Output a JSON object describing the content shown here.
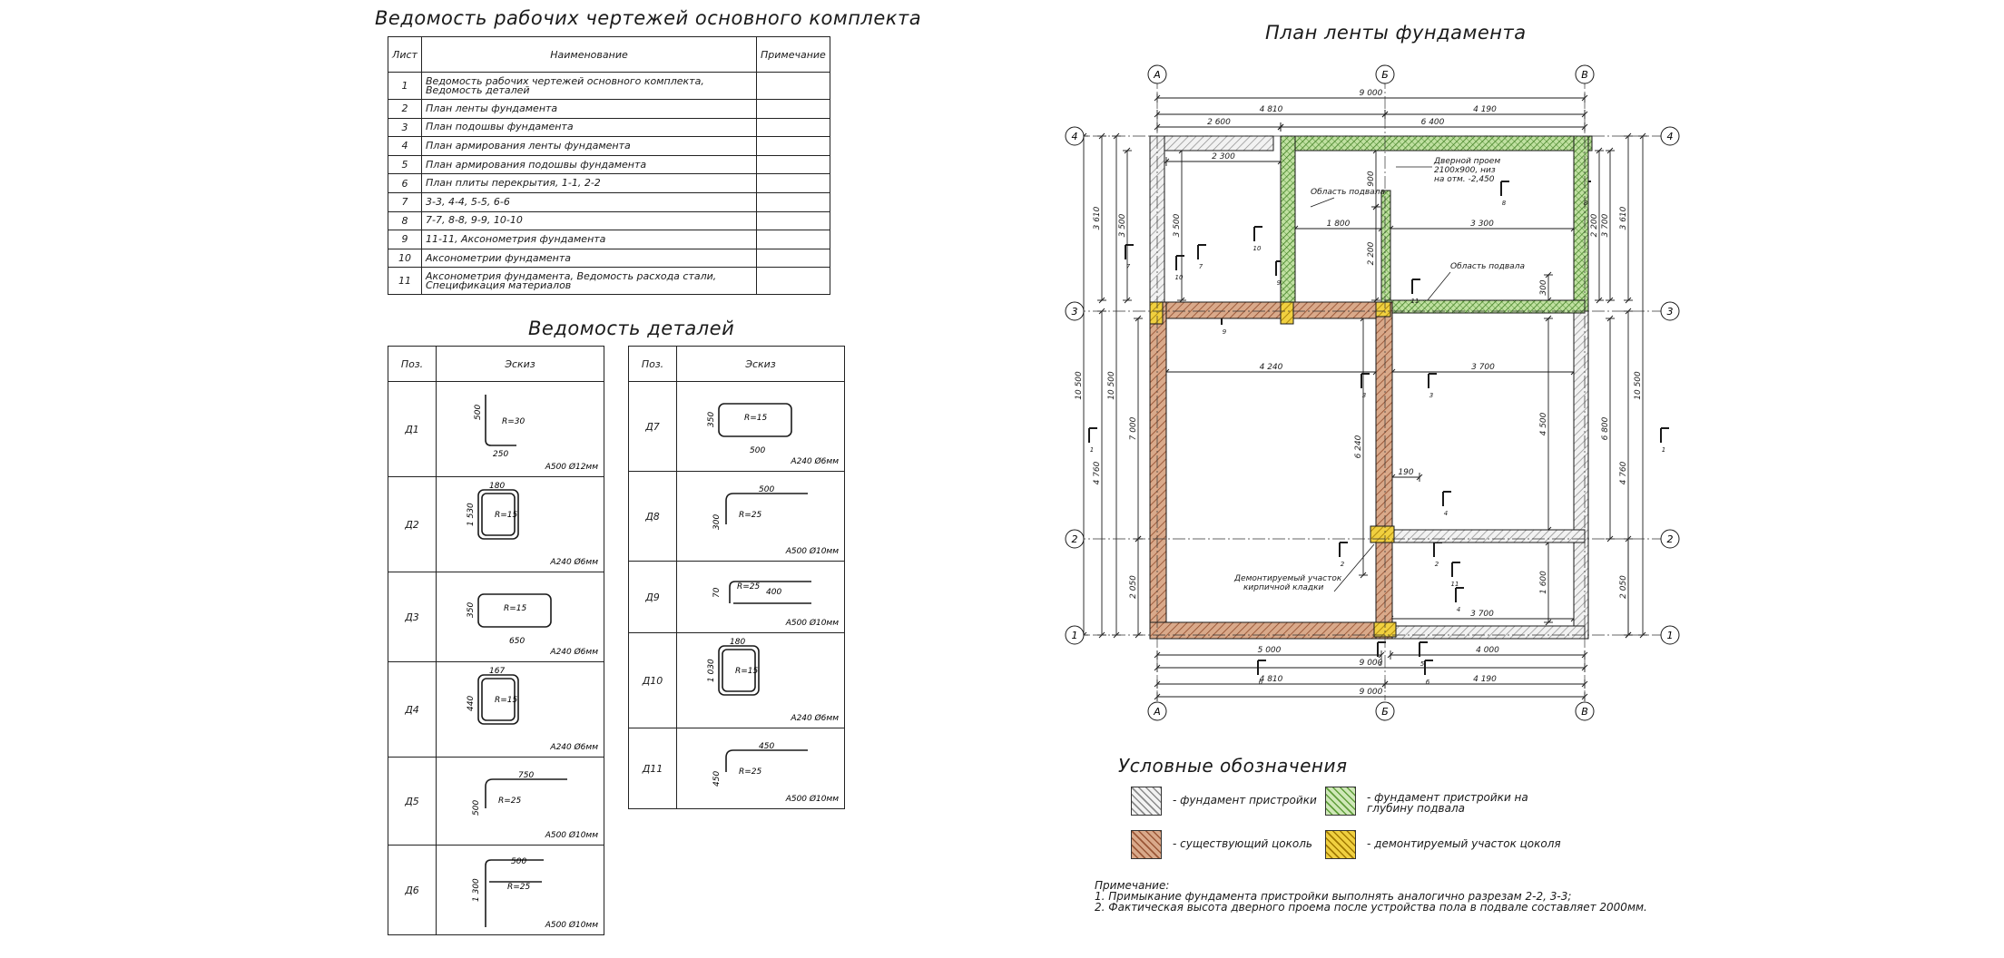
{
  "sheet_table": {
    "title": "Ведомость рабочих чертежей основного комплекта",
    "headers": [
      "Лист",
      "Наименование",
      "Примечание"
    ],
    "rows": [
      {
        "num": "1",
        "name": "Ведомость рабочих чертежей основного комплекта, Ведомость деталей",
        "note": ""
      },
      {
        "num": "2",
        "name": "План ленты фундамента",
        "note": ""
      },
      {
        "num": "3",
        "name": "План подошвы фундамента",
        "note": ""
      },
      {
        "num": "4",
        "name": "План армирования ленты фундамента",
        "note": ""
      },
      {
        "num": "5",
        "name": "План армирования подошвы фундамента",
        "note": ""
      },
      {
        "num": "6",
        "name": "План плиты перекрытия, 1-1, 2-2",
        "note": ""
      },
      {
        "num": "7",
        "name": "3-3, 4-4, 5-5, 6-6",
        "note": ""
      },
      {
        "num": "8",
        "name": "7-7, 8-8, 9-9, 10-10",
        "note": ""
      },
      {
        "num": "9",
        "name": "11-11, Аксонометрия фундамента",
        "note": ""
      },
      {
        "num": "10",
        "name": "Аксонометрии фундамента",
        "note": ""
      },
      {
        "num": "11",
        "name": "Аксонометрия фундамента, Ведомость расхода стали, Спецификация материалов",
        "note": ""
      }
    ]
  },
  "details": {
    "title": "Ведомость деталей",
    "headers": [
      "Поз.",
      "Эскиз"
    ],
    "left": [
      {
        "pos": "Д1",
        "spec": "A500 Ø12мм",
        "dims": [
          "500",
          "R=30",
          "250"
        ]
      },
      {
        "pos": "Д2",
        "spec": "A240 Ø6мм",
        "dims": [
          "180",
          "1 530",
          "R=15"
        ]
      },
      {
        "pos": "Д3",
        "spec": "A240 Ø6мм",
        "dims": [
          "350",
          "R=15",
          "650"
        ]
      },
      {
        "pos": "Д4",
        "spec": "A240 Ø6мм",
        "dims": [
          "167",
          "440",
          "R=15"
        ]
      },
      {
        "pos": "Д5",
        "spec": "A500 Ø10мм",
        "dims": [
          "750",
          "500",
          "R=25"
        ]
      },
      {
        "pos": "Д6",
        "spec": "A500 Ø10мм",
        "dims": [
          "500",
          "1 300",
          "R=25"
        ]
      }
    ],
    "right": [
      {
        "pos": "Д7",
        "spec": "A240 Ø6мм",
        "dims": [
          "350",
          "R=15",
          "500"
        ]
      },
      {
        "pos": "Д8",
        "spec": "A500 Ø10мм",
        "dims": [
          "500",
          "300",
          "R=25"
        ]
      },
      {
        "pos": "Д9",
        "spec": "A500 Ø10мм",
        "dims": [
          "70",
          "R=25",
          "400"
        ]
      },
      {
        "pos": "Д10",
        "spec": "A240 Ø6мм",
        "dims": [
          "180",
          "1 030",
          "R=15"
        ]
      },
      {
        "pos": "Д11",
        "spec": "A500 Ø10мм",
        "dims": [
          "450",
          "450",
          "R=25"
        ]
      }
    ]
  },
  "plan": {
    "title": "План ленты фундамента",
    "axes_x": [
      "А",
      "Б",
      "В"
    ],
    "axes_y": [
      "4",
      "3",
      "2",
      "1"
    ],
    "dims_top": [
      "9 000",
      "4 810",
      "4 190",
      "2 600",
      "6 400",
      "2 300"
    ],
    "dims_bottom": [
      "5 000",
      "4 000",
      "9 000",
      "4 810",
      "4 190",
      "9 000"
    ],
    "dims_inner": [
      "1 800",
      "3 300",
      "4 240",
      "3 700",
      "3 700",
      "190",
      "900",
      "300",
      "2 200",
      "6 240",
      "4 500",
      "1 600"
    ],
    "dims_left": [
      "3 610",
      "3 500",
      "3 500",
      "10 500",
      "10 500",
      "4 760",
      "7 000",
      "2 050"
    ],
    "dims_right": [
      "3 700",
      "3 610",
      "2 200",
      "10 500",
      "4 760",
      "6 800",
      "2 050"
    ],
    "labels": {
      "basement1": "Область подвала",
      "basement2": "Область подвала",
      "door": [
        "Дверной проем",
        "2100х900, низ",
        "на отм. -2,450"
      ],
      "demolish": [
        "Демонтируемый участок",
        "кирпичной кладки"
      ]
    },
    "section_marks": [
      "1",
      "1",
      "2",
      "2",
      "3",
      "3",
      "4",
      "4",
      "5",
      "5",
      "6",
      "6",
      "7",
      "7",
      "8",
      "8",
      "9",
      "9",
      "10",
      "10",
      "11",
      "11"
    ]
  },
  "legend": {
    "title": "Условные обозначения",
    "items": [
      {
        "label": "- фундамент пристройки",
        "color": "#dcdcdc"
      },
      {
        "label": "- фундамент пристройки на глубину подвала",
        "color": "#cfe8b8"
      },
      {
        "label": "- существующий цоколь",
        "color": "#d9a98a"
      },
      {
        "label": "- демонтируемый участок цоколя",
        "color": "#e6c21a"
      }
    ]
  },
  "notes": {
    "head": "Примечание:",
    "lines": [
      "1. Примыкание фундамента пристройки выполнять аналогично разрезам 2-2, 3-3;",
      "2. Фактическая высота дверного проема после устройства пола в подвале составляет 2000мм."
    ]
  },
  "colors": {
    "line": "#1a1a1a",
    "hatch_gray": "#9a9a9a",
    "existing": "#b76b45",
    "basement": "#5f9e3a",
    "demolish": "#c9a000"
  }
}
